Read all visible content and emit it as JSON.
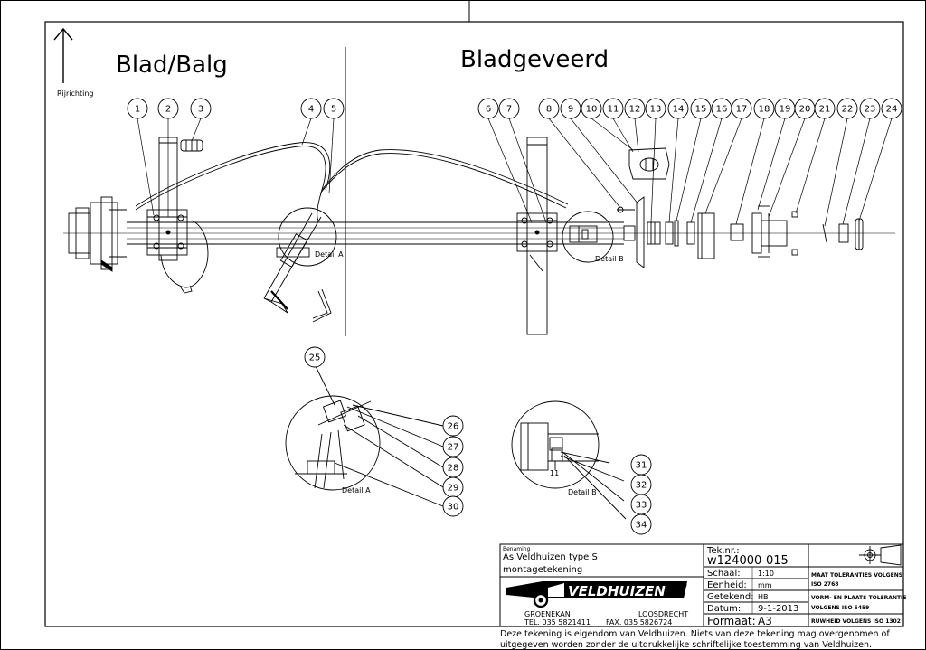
{
  "drawing": {
    "section_left_title": "Blad/Balg",
    "section_right_title": "Bladgeveerd",
    "direction_label": "Rijrichting",
    "detail_a_label": "Detail A",
    "detail_b_label": "Detail B",
    "detail_b_small_num": "11",
    "balloons_main": [
      "1",
      "2",
      "3",
      "4",
      "5",
      "6",
      "7",
      "8",
      "9",
      "10",
      "11",
      "12",
      "13",
      "14",
      "15",
      "16",
      "17",
      "18",
      "19",
      "20",
      "21",
      "22",
      "23",
      "24"
    ],
    "balloons_detail_a": [
      "25",
      "26",
      "27",
      "28",
      "29",
      "30"
    ],
    "balloons_detail_b": [
      "31",
      "32",
      "33",
      "34"
    ]
  },
  "title_block": {
    "benaming_label": "Benaming",
    "title_line1": "As Veldhuizen type S",
    "title_line2": "montagetekening",
    "company_name": "VELDHUIZEN",
    "company_city_left": "GROENEKAN",
    "company_city_right": "LOOSDRECHT",
    "company_phone": "TEL. 035 5821411",
    "company_fax": "FAX. 035 5826724",
    "teknr_label": "Tek.nr.:",
    "teknr_value": "w124000-015",
    "schaal_label": "Schaal:",
    "schaal_value": "1:10",
    "eenheid_label": "Eenheid:",
    "eenheid_value": "mm",
    "getekend_label": "Getekend:",
    "getekend_value": "HB",
    "datum_label": "Datum:",
    "datum_value": "9-1-2013",
    "formaat_label": "Formaat:",
    "formaat_value": "A3",
    "tol_line1": "MAAT TOLERANTIES VOLGENS",
    "tol_line2": "ISO 2768",
    "tol_line3": "VORM- EN PLAATS TOLERANTIE",
    "tol_line4": "VOLGENS ISO 5459",
    "tol_line5": "RUWHEID VOLGENS ISO 1302"
  },
  "footer": {
    "line1": "Deze tekening is eigendom van Veldhuizen. Niets van deze tekening mag overgenomen of",
    "line2": "uitgegeven worden zonder de uitdrukkelijke schriftelijke toestemming van Veldhuizen."
  }
}
